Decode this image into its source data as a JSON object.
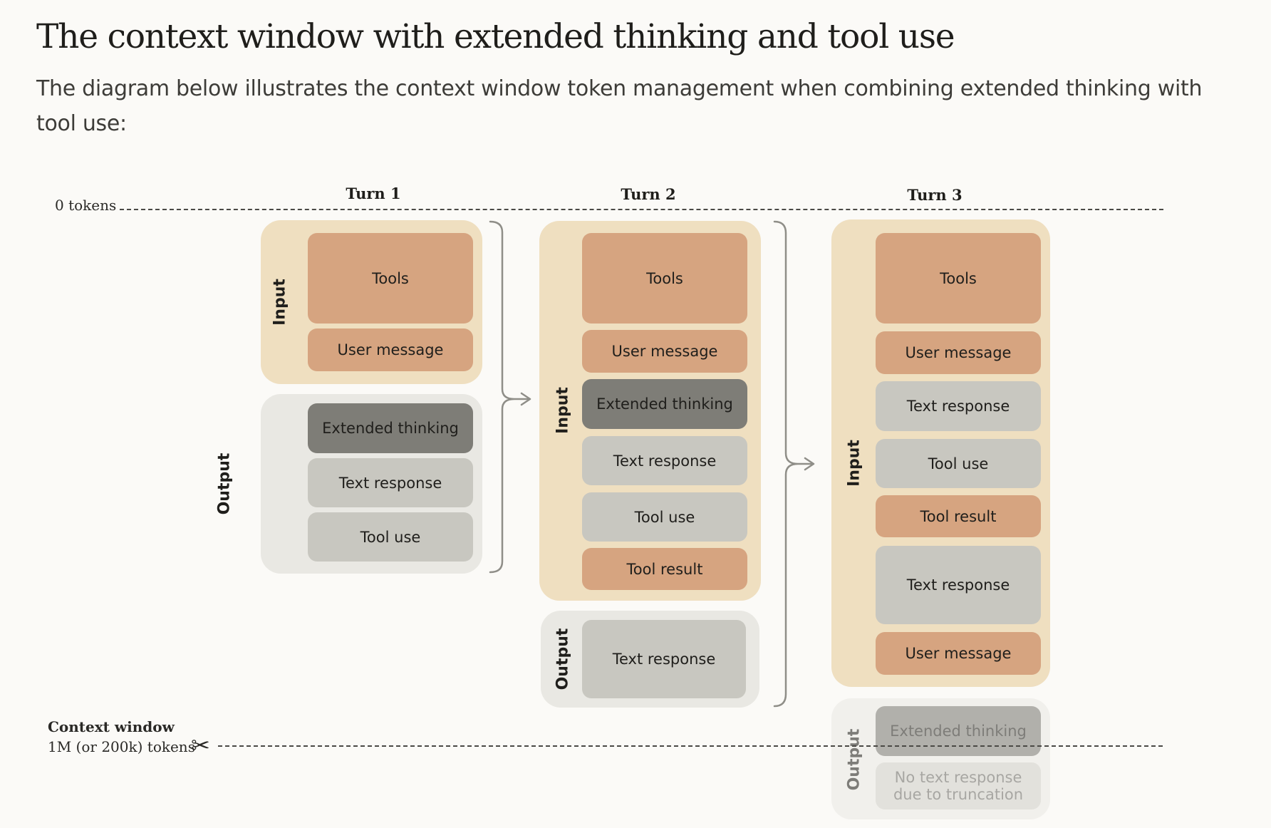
{
  "header": {
    "title": "The context window with extended thinking and tool use",
    "subtitle": "The diagram below illustrates the context window token management when combining extended thinking with tool use:"
  },
  "axis": {
    "start_label": "0 tokens",
    "limit_title": "Context window",
    "limit_value": "1M (or 200k) tokens",
    "scissors_icon": "✂"
  },
  "turns": [
    {
      "label": "Turn 1",
      "input": {
        "label": "Input",
        "items": [
          {
            "text": "Tools",
            "kind": "orange"
          },
          {
            "text": "User message",
            "kind": "orange"
          }
        ]
      },
      "output": {
        "label": "Output",
        "items": [
          {
            "text": "Extended thinking",
            "kind": "dark"
          },
          {
            "text": "Text response",
            "kind": "grey"
          },
          {
            "text": "Tool use",
            "kind": "grey"
          }
        ]
      }
    },
    {
      "label": "Turn 2",
      "input": {
        "label": "Input",
        "items": [
          {
            "text": "Tools",
            "kind": "orange"
          },
          {
            "text": "User message",
            "kind": "orange"
          },
          {
            "text": "Extended thinking",
            "kind": "dark"
          },
          {
            "text": "Text response",
            "kind": "grey"
          },
          {
            "text": "Tool use",
            "kind": "grey"
          },
          {
            "text": "Tool result",
            "kind": "orange"
          }
        ]
      },
      "output": {
        "label": "Output",
        "items": [
          {
            "text": "Text response",
            "kind": "grey"
          }
        ]
      }
    },
    {
      "label": "Turn 3",
      "input": {
        "label": "Input",
        "items": [
          {
            "text": "Tools",
            "kind": "orange"
          },
          {
            "text": "User message",
            "kind": "orange"
          },
          {
            "text": "Text response",
            "kind": "grey"
          },
          {
            "text": "Tool use",
            "kind": "grey"
          },
          {
            "text": "Tool result",
            "kind": "orange"
          },
          {
            "text": "Text response",
            "kind": "grey"
          },
          {
            "text": "User message",
            "kind": "orange"
          }
        ]
      },
      "output": {
        "label": "Output",
        "items": [
          {
            "text": "Extended thinking",
            "kind": "dark"
          },
          {
            "text": "No text response due to truncation",
            "kind": "grey"
          }
        ]
      }
    }
  ],
  "colors": {
    "input_group": "#efdfc0",
    "output_group": "#e9e8e3",
    "orange_block": "#d6a480",
    "grey_block": "#c8c7c0",
    "dark_block": "#7e7d77"
  }
}
